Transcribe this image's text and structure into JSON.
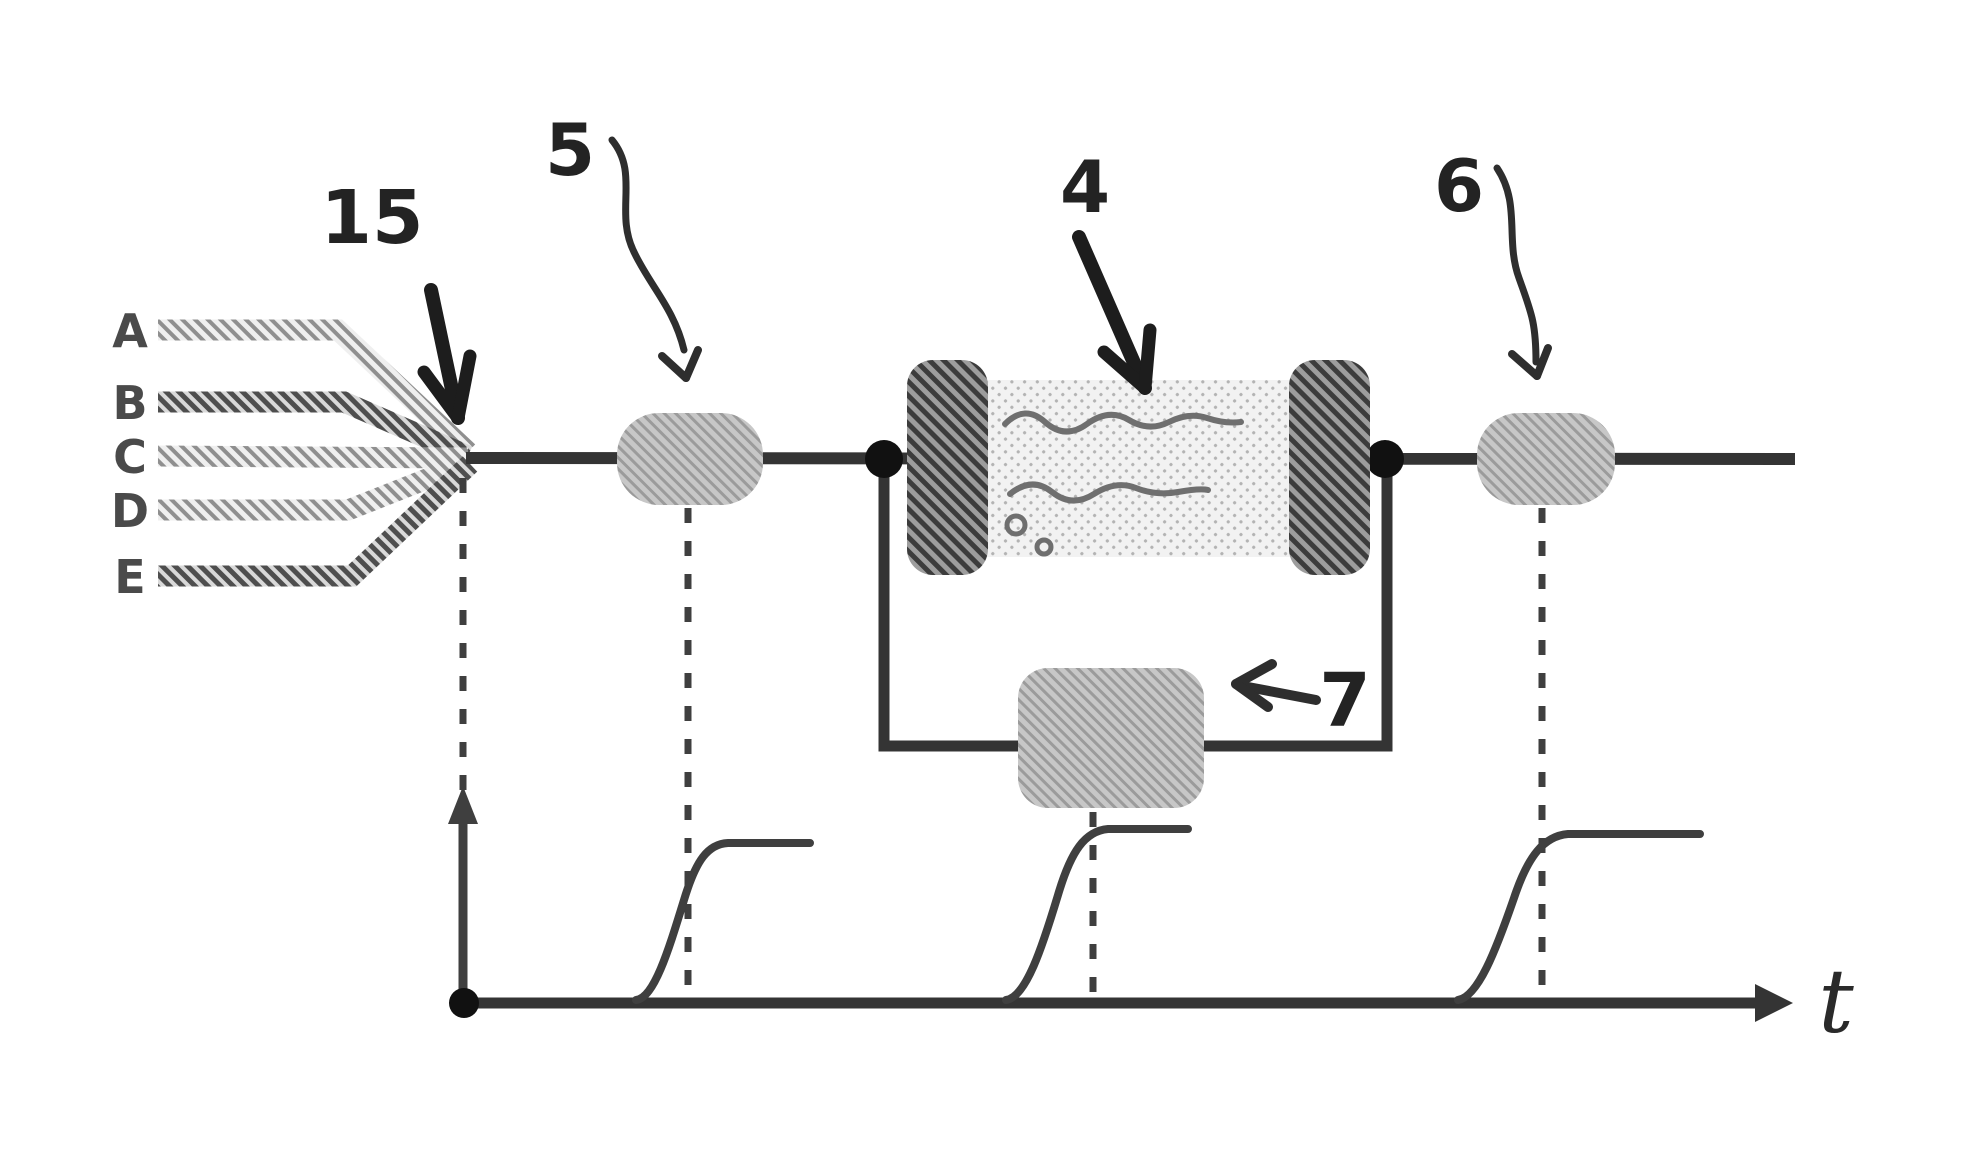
{
  "figure": {
    "description": "Patent-style process flow diagram: five feed streams converge at a mixing junction (15), pass an inline sensor (5), flow through a reactor vessel (4) with a recycle loop containing a sensor (7), then an outlet sensor (6); dashed drop-lines link the junction and sensors to three sigmoid response curves on a time axis t.",
    "background_color": "#ffffff"
  },
  "feeds": {
    "items": [
      {
        "label": "A"
      },
      {
        "label": "B"
      },
      {
        "label": "C"
      },
      {
        "label": "D"
      },
      {
        "label": "E"
      }
    ]
  },
  "callouts": {
    "mixer_label": "15",
    "inline_sensor_label": "5",
    "reactor_label": "4",
    "outlet_sensor_label": "6",
    "loop_sensor_label": "7"
  },
  "time_plot": {
    "axis_label": "t",
    "curves": [
      {
        "source": "inline sensor 5",
        "rise_at_dashed_line": 1,
        "shape": "sigmoid step up"
      },
      {
        "source": "loop sensor 7",
        "rise_at_dashed_line": 2,
        "shape": "sigmoid step up"
      },
      {
        "source": "outlet sensor 6",
        "rise_at_dashed_line": 3,
        "shape": "sigmoid step up"
      }
    ]
  },
  "colors": {
    "line_dark": "#343434",
    "curve": "#3f3f3f",
    "dashed": "#3f3f3f",
    "node": "#111111",
    "stream_light": "#9a9a9a",
    "stream_dark": "#4e4e4e",
    "cap_dark": "#3c3c3c",
    "sensor_gray": "#c7c7c7",
    "body_light": "#f2f2f2"
  }
}
